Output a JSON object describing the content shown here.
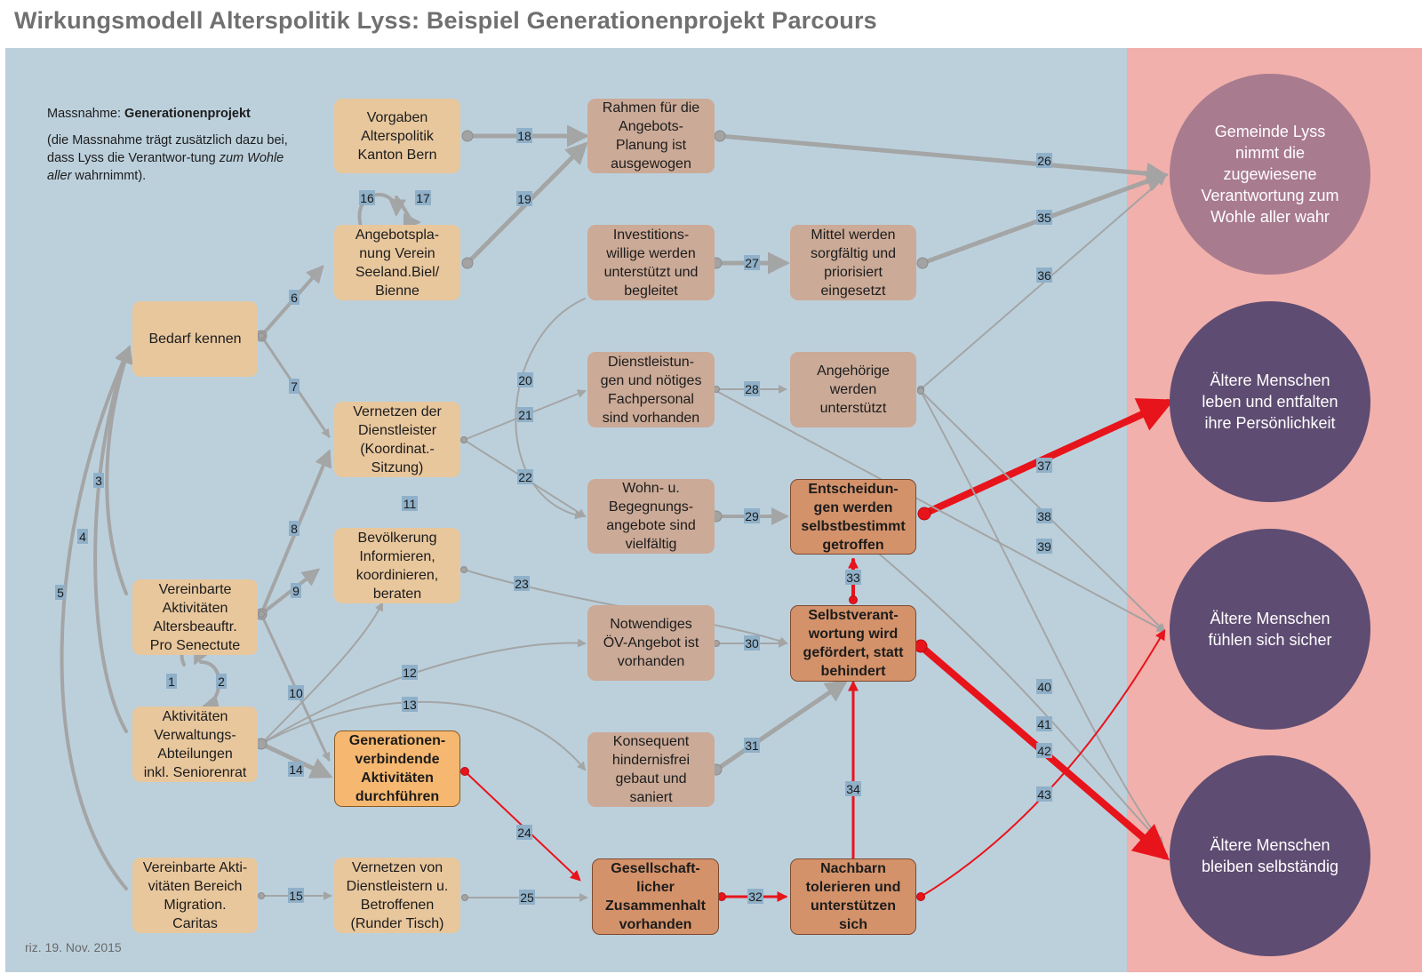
{
  "title": "Wirkungsmodell Alterspolitik Lyss: Beispiel Generationenprojekt Parcours",
  "note": {
    "label": "Massnahme: ",
    "name": "Generationenprojekt",
    "text1": "(die Massnahme trägt zusätzlich dazu bei, dass Lyss die Verantwor-tung ",
    "italic": "zum Wohle aller",
    "text2": " wahrnimmt)."
  },
  "footer": "riz. 19. Nov. 2015",
  "nodes": {
    "bedarf": "Bedarf kennen",
    "vereinbarte_senectute": "Vereinbarte\nAktivitäten\nAltersbeauftr.\nPro Senectute",
    "verwaltung": "Aktivitäten\nVerwaltungs-\nAbteilungen\ninkl. Seniorenrat",
    "migration": "Vereinbarte Akti-\nvitäten Bereich\nMigration.\nCaritas",
    "vorgaben": "Vorgaben\nAlterspolitik\nKanton Bern",
    "angebotsplanung": "Angebotspla-\nnung Verein\nSeeland.Biel/\nBienne",
    "vernetzen_dienst": "Vernetzen der\nDienstleister\n(Koordinat.-\nSitzung)",
    "bevoelkerung": "Bevölkerung\nInformieren,\nkoordinieren,\nberaten",
    "generationen": "Generationen-\nverbindende\nAktivitäten\ndurchführen",
    "runder_tisch": "Vernetzen von\nDienstleistern u.\nBetroffenen\n(Runder Tisch)",
    "rahmen": "Rahmen für die\nAngebots-\nPlanung ist\nausgewogen",
    "investitions": "Investitions-\nwillige werden\nunterstützt und\nbegleitet",
    "dienstleistungen": "Dienstleistun-\ngen und nötiges\nFachpersonal\nsind vorhanden",
    "wohn": "Wohn- u.\nBegegnungs-\nangebote sind\nvielfältig",
    "oev": "Notwendiges\nÖV-Angebot ist\nvorhanden",
    "hindernisfrei": "Konsequent\nhindernisfrei\ngebaut und\nsaniert",
    "zusammenhalt": "Gesellschaft-\nlicher\nZusammenhalt\nvorhanden",
    "mittel": "Mittel werden\nsorgfältig und\npriorisiert\neingesetzt",
    "angehoerige": "Angehörige\nwerden\nunterstützt",
    "entscheidungen": "Entscheidun-\ngen werden\nselbstbestimmt\ngetroffen",
    "selbstverantwortung": "Selbstverant-\nwortung wird\ngefördert, statt\nbehindert",
    "nachbarn": "Nachbarn\ntolerieren und\nunterstützen\nsich"
  },
  "outcomes": {
    "gemeinde": "Gemeinde Lyss\nnimmt die\nzugewiesene\nVerantwortung zum\nWohle aller wahr",
    "entfalten": "Ältere Menschen\nleben und entfalten\nihre Persönlichkeit",
    "sicher": "Ältere Menschen\nfühlen sich sicher",
    "selbststaendig": "Ältere Menschen\nbleiben selbständig"
  },
  "colors": {
    "edge_grey": "#a3a3a3",
    "edge_red": "#e8141b",
    "label_box": "#8fb0c8"
  },
  "edge_labels": [
    "1",
    "2",
    "3",
    "4",
    "5",
    "6",
    "7",
    "8",
    "9",
    "10",
    "11",
    "12",
    "13",
    "14",
    "15",
    "16",
    "17",
    "18",
    "19",
    "20",
    "21",
    "22",
    "23",
    "24",
    "25",
    "26",
    "27",
    "28",
    "29",
    "30",
    "31",
    "32",
    "33",
    "34",
    "35",
    "36",
    "37",
    "38",
    "39",
    "40",
    "41",
    "42",
    "43"
  ]
}
